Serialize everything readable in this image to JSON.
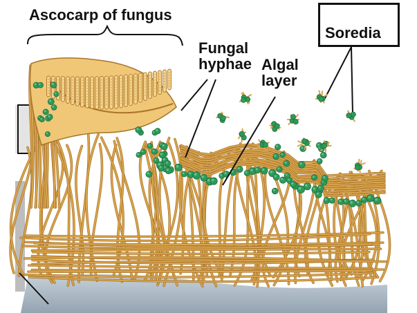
{
  "labels": {
    "ascocarp": "Ascocarp of fungus",
    "fungal_hyphae_line1": "Fungal",
    "fungal_hyphae_line2": "hyphae",
    "algal_layer_line1": "Algal",
    "algal_layer_line2": "layer",
    "soredia": "Soredia"
  },
  "colors": {
    "hypha": "#d9a54e",
    "hypha_dark": "#a8742a",
    "alga": "#2e9a5a",
    "alga_dark": "#1f6e3f",
    "substrate": "#a9b7c2",
    "line": "#111111"
  }
}
